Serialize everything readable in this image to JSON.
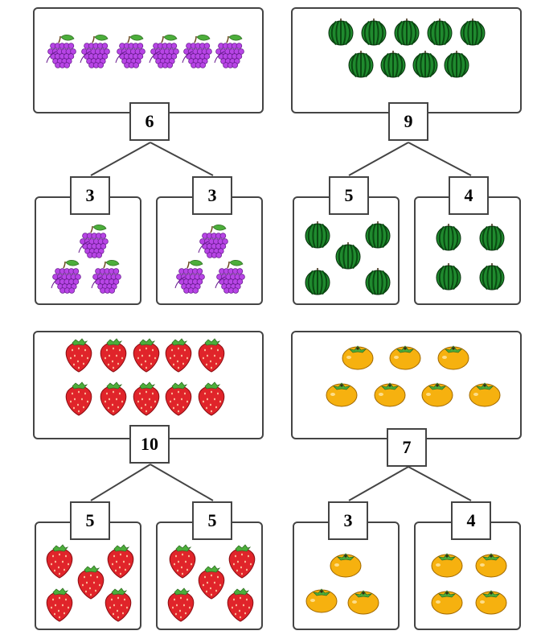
{
  "icon_colors": {
    "grape": "#b845e6",
    "grape_stroke": "#6a1e91",
    "leaf": "#4cae3b",
    "watermelon": "#1f8a2e",
    "watermelon_stripe": "#0a4a12",
    "strawberry": "#e0242a",
    "strawberry_seed": "#ffd8b0",
    "persimmon": "#f6b10f",
    "persimmon_stroke": "#a06800"
  },
  "problems": [
    {
      "fruit": "grape-icon",
      "total": "6",
      "parts": [
        {
          "value": "3"
        },
        {
          "value": "3"
        }
      ]
    },
    {
      "fruit": "watermelon-icon",
      "total": "9",
      "parts": [
        {
          "value": "5"
        },
        {
          "value": "4"
        }
      ]
    },
    {
      "fruit": "strawberry-icon",
      "total": "10",
      "parts": [
        {
          "value": "5"
        },
        {
          "value": "5"
        }
      ]
    },
    {
      "fruit": "persimmon-icon",
      "total": "7",
      "parts": [
        {
          "value": "3"
        },
        {
          "value": "4"
        }
      ]
    }
  ]
}
